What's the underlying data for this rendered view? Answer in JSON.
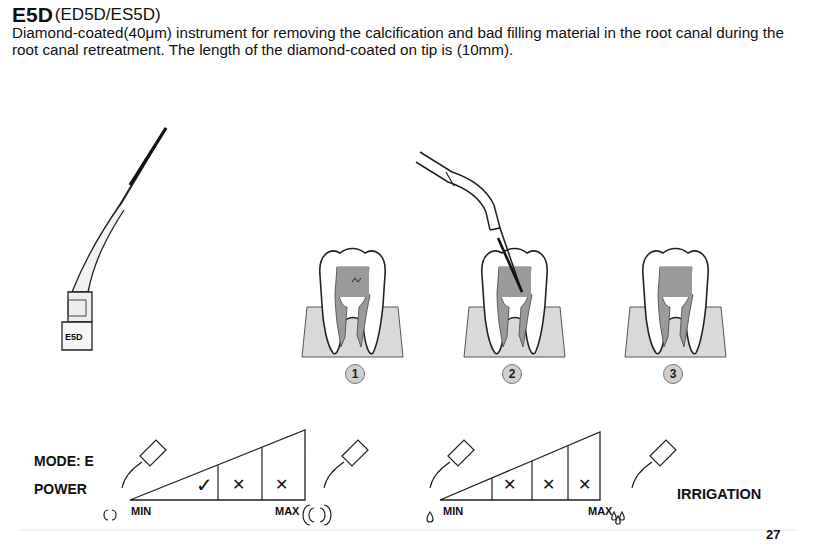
{
  "diagram": {
    "title": "E5D",
    "nodes": [
      {
        "text": [
          "1"
        ]
      },
      {
        "text": [
          "2"
        ]
      },
      {
        "text": [
          "3"
        ]
      }
    ],
    "labels": [
      "(ED5D/ES5D)",
      "Diamond-coated(40μm) instrument for removing the calcification and bad filling material in the root canal during the root canal retreatment. The length of the diamond-coated on tip is (10mm).",
      "E5D",
      "MODE: E",
      "POWER",
      "✓",
      "✕",
      "✕",
      "MIN",
      "MAX",
      "✕",
      "✕",
      "✕",
      "MIN",
      "MAX",
      "IRRIGATION",
      "27"
    ]
  }
}
